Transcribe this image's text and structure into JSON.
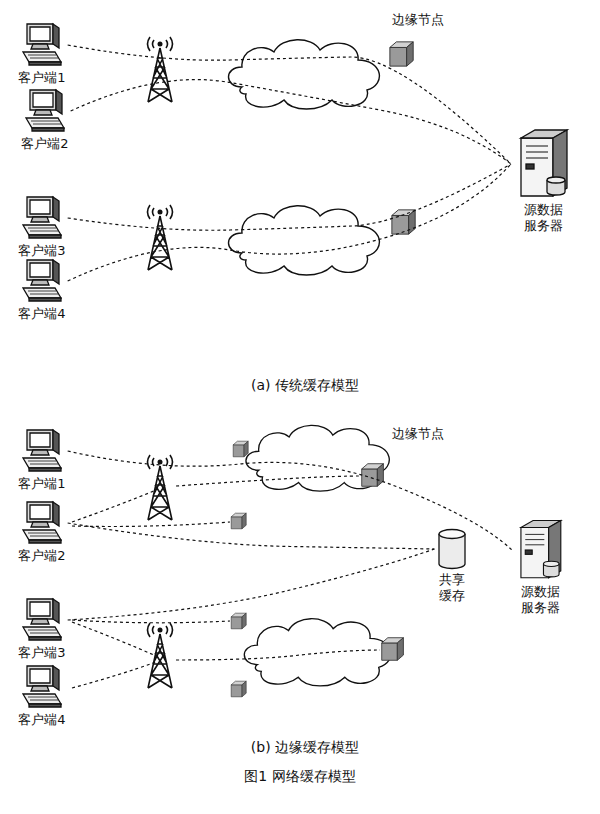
{
  "diagram": {
    "caption": "图1 网络缓存模型",
    "nodes": [
      {
        "text": [
          "客户端1"
        ]
      },
      {
        "text": [
          "客户端2"
        ]
      },
      {
        "text": [
          "客户端3"
        ]
      },
      {
        "text": [
          "客户端4"
        ]
      },
      {
        "text": [
          "源数据 服务器"
        ]
      },
      {
        "text": [
          "客户端1"
        ]
      },
      {
        "text": [
          "客户端2"
        ]
      },
      {
        "text": [
          "客户端3"
        ]
      },
      {
        "text": [
          "客户端4"
        ]
      },
      {
        "text": [
          "共享 缓存"
        ]
      },
      {
        "text": [
          "源数据 服务器"
        ]
      }
    ],
    "edges": [
      {
        "from": 0,
        "to": 4,
        "arrow": "none"
      },
      {
        "from": 1,
        "to": 4,
        "arrow": "none"
      },
      {
        "from": 2,
        "to": 4,
        "arrow": "none"
      },
      {
        "from": 3,
        "to": 4,
        "arrow": "none"
      },
      {
        "from": 5,
        "to": 10,
        "arrow": "none"
      },
      {
        "from": 6,
        "to": 9,
        "arrow": "none"
      },
      {
        "from": 7,
        "to": 9,
        "arrow": "none"
      }
    ],
    "labels": [
      "边缘节点",
      "(a) 传统缓存模型",
      "边缘节点",
      "(b) 边缘缓存模型"
    ]
  }
}
